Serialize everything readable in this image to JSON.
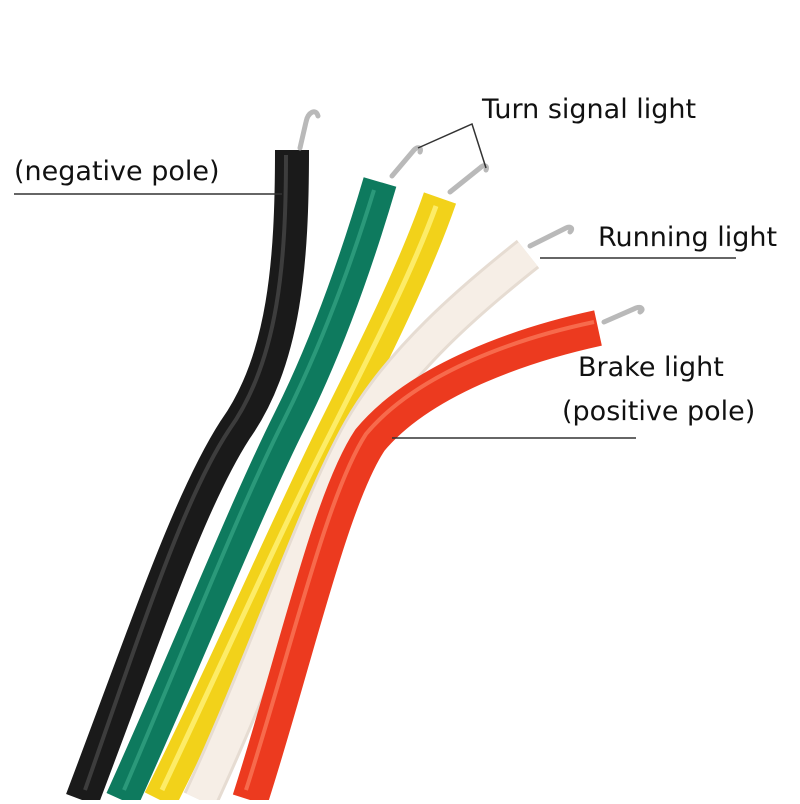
{
  "labels": {
    "negative_pole": "(negative pole)",
    "turn_signal": "Turn signal light",
    "running": "Running light",
    "brake": "Brake light",
    "positive_pole": "(positive pole)"
  },
  "wires": [
    {
      "name": "black",
      "color": "#1a1a1a",
      "highlight": "#555555"
    },
    {
      "name": "green",
      "color": "#0e7a5e",
      "highlight": "#3fae8e"
    },
    {
      "name": "yellow",
      "color": "#f2d21a",
      "highlight": "#fff27a"
    },
    {
      "name": "white",
      "color": "#f6eee6",
      "highlight": "#ffffff"
    },
    {
      "name": "red",
      "color": "#ec3a1f",
      "highlight": "#ff8a6a"
    }
  ],
  "colors": {
    "background": "#ffffff",
    "copper": "#b9b9b9",
    "leader_line": "#333333"
  }
}
